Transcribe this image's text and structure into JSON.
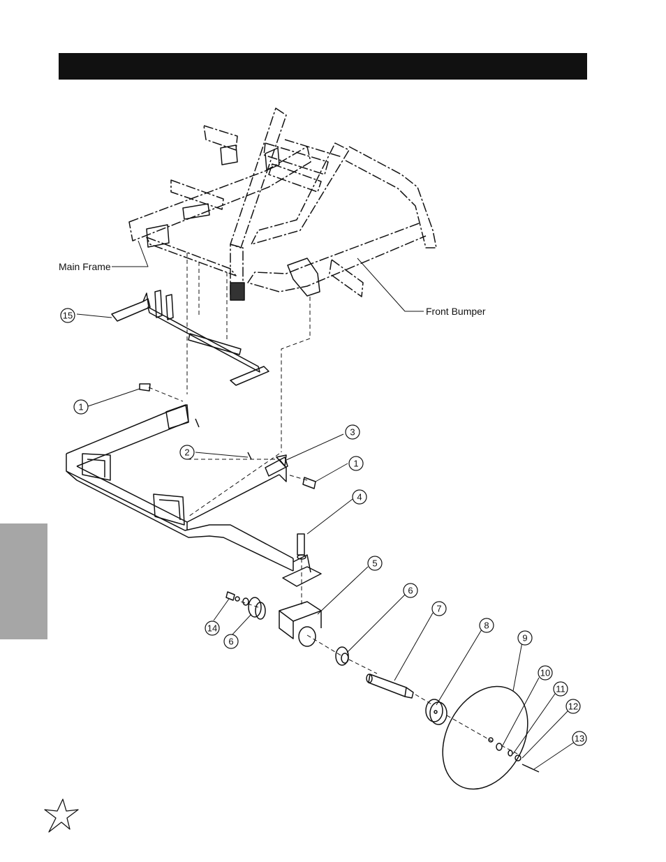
{
  "labels": {
    "main_frame": "Main Frame",
    "front_bumper": "Front Bumper"
  },
  "callouts": [
    "1",
    "2",
    "3",
    "1",
    "4",
    "5",
    "6",
    "7",
    "8",
    "9",
    "10",
    "11",
    "12",
    "13",
    "14",
    "6",
    "15"
  ],
  "colors": {
    "header_bar": "#111111",
    "side_tab": "#a6a6a6",
    "line": "#111111"
  },
  "logo": "star-logo-icon"
}
